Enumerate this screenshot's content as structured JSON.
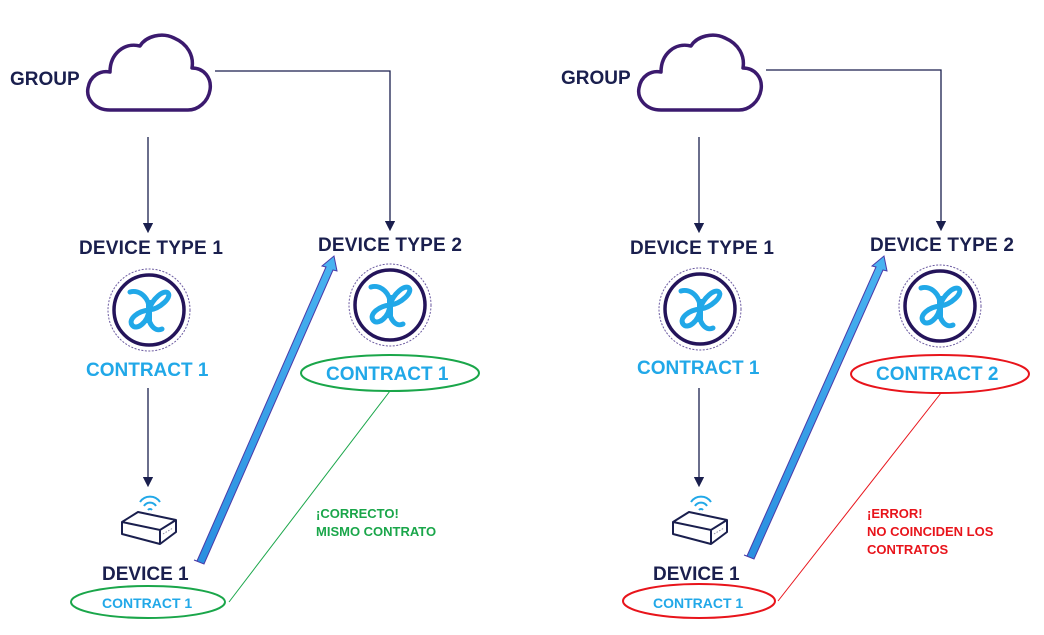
{
  "panels": [
    {
      "group_label": "GROUP",
      "device_type_1": "DEVICE TYPE 1",
      "device_type_2": "DEVICE TYPE 2",
      "contract_type_1": "CONTRACT 1",
      "contract_type_2": "CONTRACT 1",
      "device_label": "DEVICE 1",
      "device_contract": "CONTRACT 1",
      "message_line1": "¡CORRECTO!",
      "message_line2": "MISMO CONTRATO",
      "message_line3": "",
      "status_color": "#1aa64a"
    },
    {
      "group_label": "GROUP",
      "device_type_1": "DEVICE TYPE 1",
      "device_type_2": "DEVICE TYPE 2",
      "contract_type_1": "CONTRACT 1",
      "contract_type_2": "CONTRACT 2",
      "device_label": "DEVICE 1",
      "device_contract": "CONTRACT 1",
      "message_line1": "¡ERROR!",
      "message_line2": "NO COINCIDEN LOS",
      "message_line3": "CONTRATOS",
      "status_color": "#e8141b"
    }
  ],
  "colors": {
    "navy": "#1a1f4e",
    "cyan": "#21a8e8",
    "cloud_outline": "#3b1a6e",
    "arrow_blue": "#3399e6"
  }
}
